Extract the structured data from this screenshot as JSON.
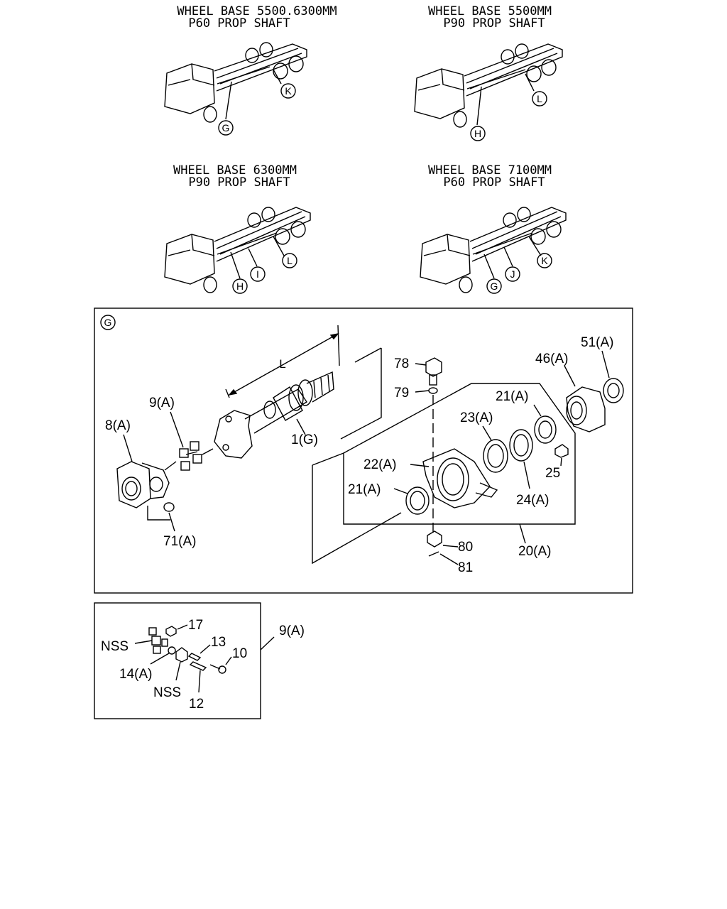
{
  "variants": [
    {
      "line1": "WHEEL BASE 5500.6300MM",
      "line2": "P60 PROP SHAFT",
      "callouts": [
        "K",
        "G"
      ]
    },
    {
      "line1": "WHEEL BASE 5500MM",
      "line2": "P90 PROP SHAFT",
      "callouts": [
        "L",
        "H"
      ]
    },
    {
      "line1": "WHEEL BASE 6300MM",
      "line2": "P90 PROP SHAFT",
      "callouts": [
        "L",
        "H",
        "I"
      ]
    },
    {
      "line1": "WHEEL BASE 7100MM",
      "line2": "P60 PROP SHAFT",
      "callouts": [
        "K",
        "G",
        "J"
      ]
    }
  ],
  "detail_g": {
    "tag": "G",
    "length_label": "L",
    "parts": {
      "p1": "1(G)",
      "p8": "8(A)",
      "p9": "9(A)",
      "p71": "71(A)",
      "p78": "78",
      "p79": "79",
      "p80": "80",
      "p81": "81",
      "p20": "20(A)",
      "p21a": "21(A)",
      "p21b": "21(A)",
      "p22": "22(A)",
      "p23": "23(A)",
      "p24": "24(A)",
      "p25": "25",
      "p46": "46(A)",
      "p51": "51(A)"
    }
  },
  "detail_9": {
    "ref": "9(A)",
    "parts": {
      "nss1": "NSS",
      "nss2": "NSS",
      "p10": "10",
      "p12": "12",
      "p13": "13",
      "p14": "14(A)",
      "p17": "17"
    }
  }
}
